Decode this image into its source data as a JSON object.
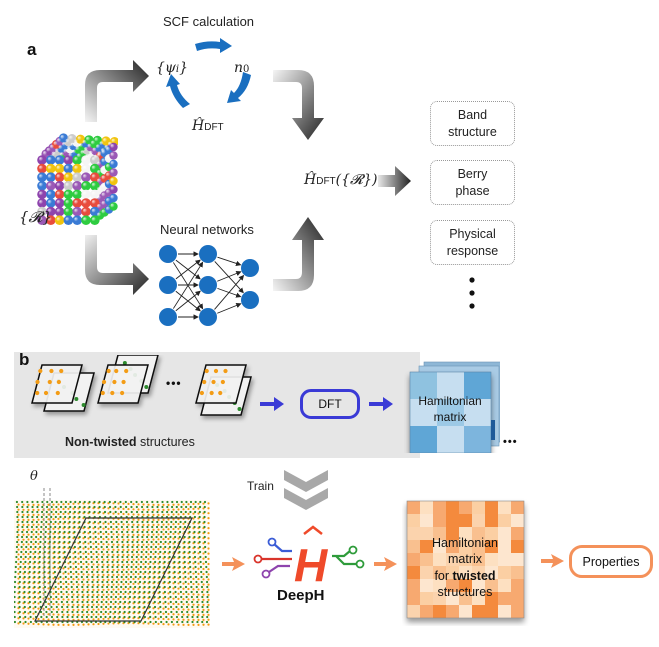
{
  "panel_a": {
    "label": "a",
    "scf_title": "SCF calculation",
    "psi": "{ψ",
    "psi_sub": "i",
    "psi_close": "}",
    "n0": "n",
    "n0_sub": "0",
    "h_dft": "Ĥ",
    "h_dft_sub": "DFT",
    "structure_label": "{𝓡}",
    "nn_title": "Neural networks",
    "h_output": "Ĥ",
    "h_output_sub": "DFT",
    "h_output_arg": "({𝓡})",
    "properties": [
      {
        "line1": "Band",
        "line2": "structure"
      },
      {
        "line1": "Berry",
        "line2": "phase"
      },
      {
        "line1": "Physical",
        "line2": "response"
      }
    ],
    "ellipsis": "⋮"
  },
  "panel_b": {
    "label": "b",
    "ellipsis_structures": "•••",
    "nontwisted_bold": "Non-twisted",
    "nontwisted_rest": " structures",
    "dft_label": "DFT",
    "ham_line1": "Hamiltonian",
    "ham_line2": "matrix",
    "ham_ellipsis": "•••",
    "train_label": "Train",
    "theta": "θ",
    "deeph_label": "DeepH",
    "twisted_line1": "Hamiltonian",
    "twisted_line2": "matrix",
    "twisted_line3_pre": "for ",
    "twisted_line3_bold": "twisted",
    "twisted_line4": "structures",
    "properties_label": "Properties"
  },
  "colors": {
    "scf_arrow": "#1a6fc0",
    "nn_node": "#1a6fc0",
    "dft_border": "#3a3ad6",
    "blue_arrow": "#3a3ad6",
    "orange_arrow": "#f4915a",
    "deeph_h": "#ef4a2a",
    "gray_band": "#e6e6e6"
  }
}
